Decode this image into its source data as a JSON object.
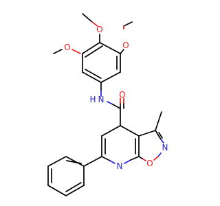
{
  "structure": {
    "description_free": true,
    "atoms": {
      "O_top": {
        "text": "O",
        "color": "#e81c1c"
      },
      "O_left": {
        "text": "O",
        "color": "#e81c1c"
      },
      "O_right": {
        "text": "O",
        "color": "#e81c1c"
      },
      "NH": {
        "text": "N",
        "color": "#1f1fe0"
      },
      "H": {
        "text": "H",
        "color": "#1f1fe0"
      },
      "O_carbonyl": {
        "text": "O",
        "color": "#e81c1c"
      },
      "N_isox": {
        "text": "N",
        "color": "#1f1fe0"
      },
      "O_isox": {
        "text": "O",
        "color": "#e81c1c"
      },
      "N_pyr": {
        "text": "N",
        "color": "#1f1fe0"
      }
    },
    "colors": {
      "bond": "#000000",
      "nitrogen": "#1f1fe0",
      "oxygen": "#e81c1c",
      "background": "#ffffff"
    }
  }
}
